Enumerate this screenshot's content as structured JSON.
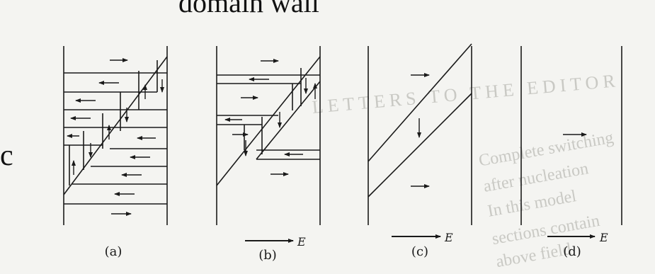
{
  "heading": "domain wall",
  "side_letter": "c",
  "panel_labels": [
    "(a)",
    "(b)",
    "(c)",
    "(d)"
  ],
  "field_label": "E",
  "background_text": [
    "LETTERS TO THE EDITOR",
    "Complete switching",
    "after nucleation",
    "In this model",
    "sections contain",
    "above field"
  ],
  "colors": {
    "ink": "#1a1a1a",
    "paper": "#f4f4f1",
    "faded_text": "#c9c9c4"
  }
}
